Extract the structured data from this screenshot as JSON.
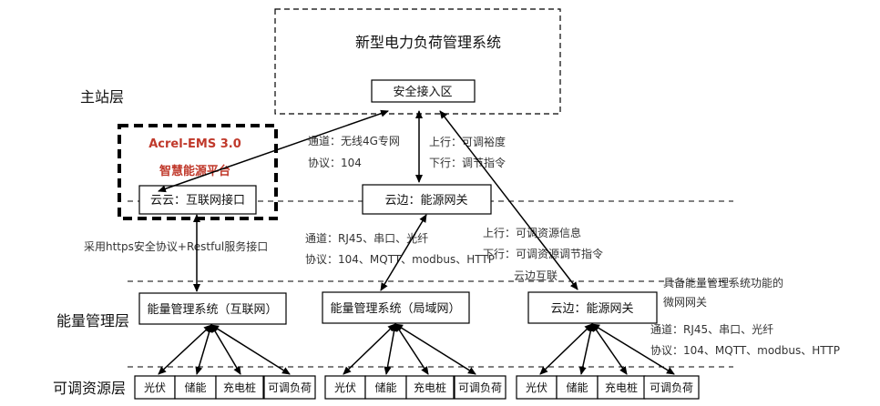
{
  "layers": {
    "master": "主站层",
    "energy": "能量管理层",
    "resource": "可调资源层"
  },
  "top_system": {
    "title": "新型电力负荷管理系统",
    "access_zone": "安全接入区"
  },
  "platform": {
    "line1": "Acrel-EMS 3.0",
    "line2": "智慧能源平台",
    "interface": "云云：互联网接口"
  },
  "cloud_gateway": {
    "label": "云边：能源网关"
  },
  "notes": {
    "wireless_channel": "通道：无线4G专网",
    "wireless_protocol": "协议：104",
    "up_capacity": "上行：可调裕度",
    "down_command": "下行：调节指令",
    "wired_channel": "通道：RJ45、串口、光纤",
    "wired_protocol": "协议：104、MQTT、modbus、HTTP",
    "up_resource": "上行：可调资源信息",
    "down_resource": "下行：可调资源调节指令",
    "https_interface": "采用https安全协议+Restful服务接口",
    "cloud_edge": "云边互联",
    "micro_gw_1": "具备能量管理系统功能的",
    "micro_gw_2": "微网网关",
    "right_channel": "通道：RJ45、串口、光纤",
    "right_protocol": "协议：104、MQTT、modbus、HTTP"
  },
  "ems_boxes": [
    {
      "label": "能量管理系统（互联网）"
    },
    {
      "label": "能量管理系统（局域网）"
    },
    {
      "label": "云边：能源网关"
    }
  ],
  "resources": [
    "光伏",
    "储能",
    "充电桩",
    "可调负荷",
    "光伏",
    "储能",
    "充电桩",
    "可调负荷",
    "光伏",
    "储能",
    "充电桩",
    "可调负荷"
  ]
}
